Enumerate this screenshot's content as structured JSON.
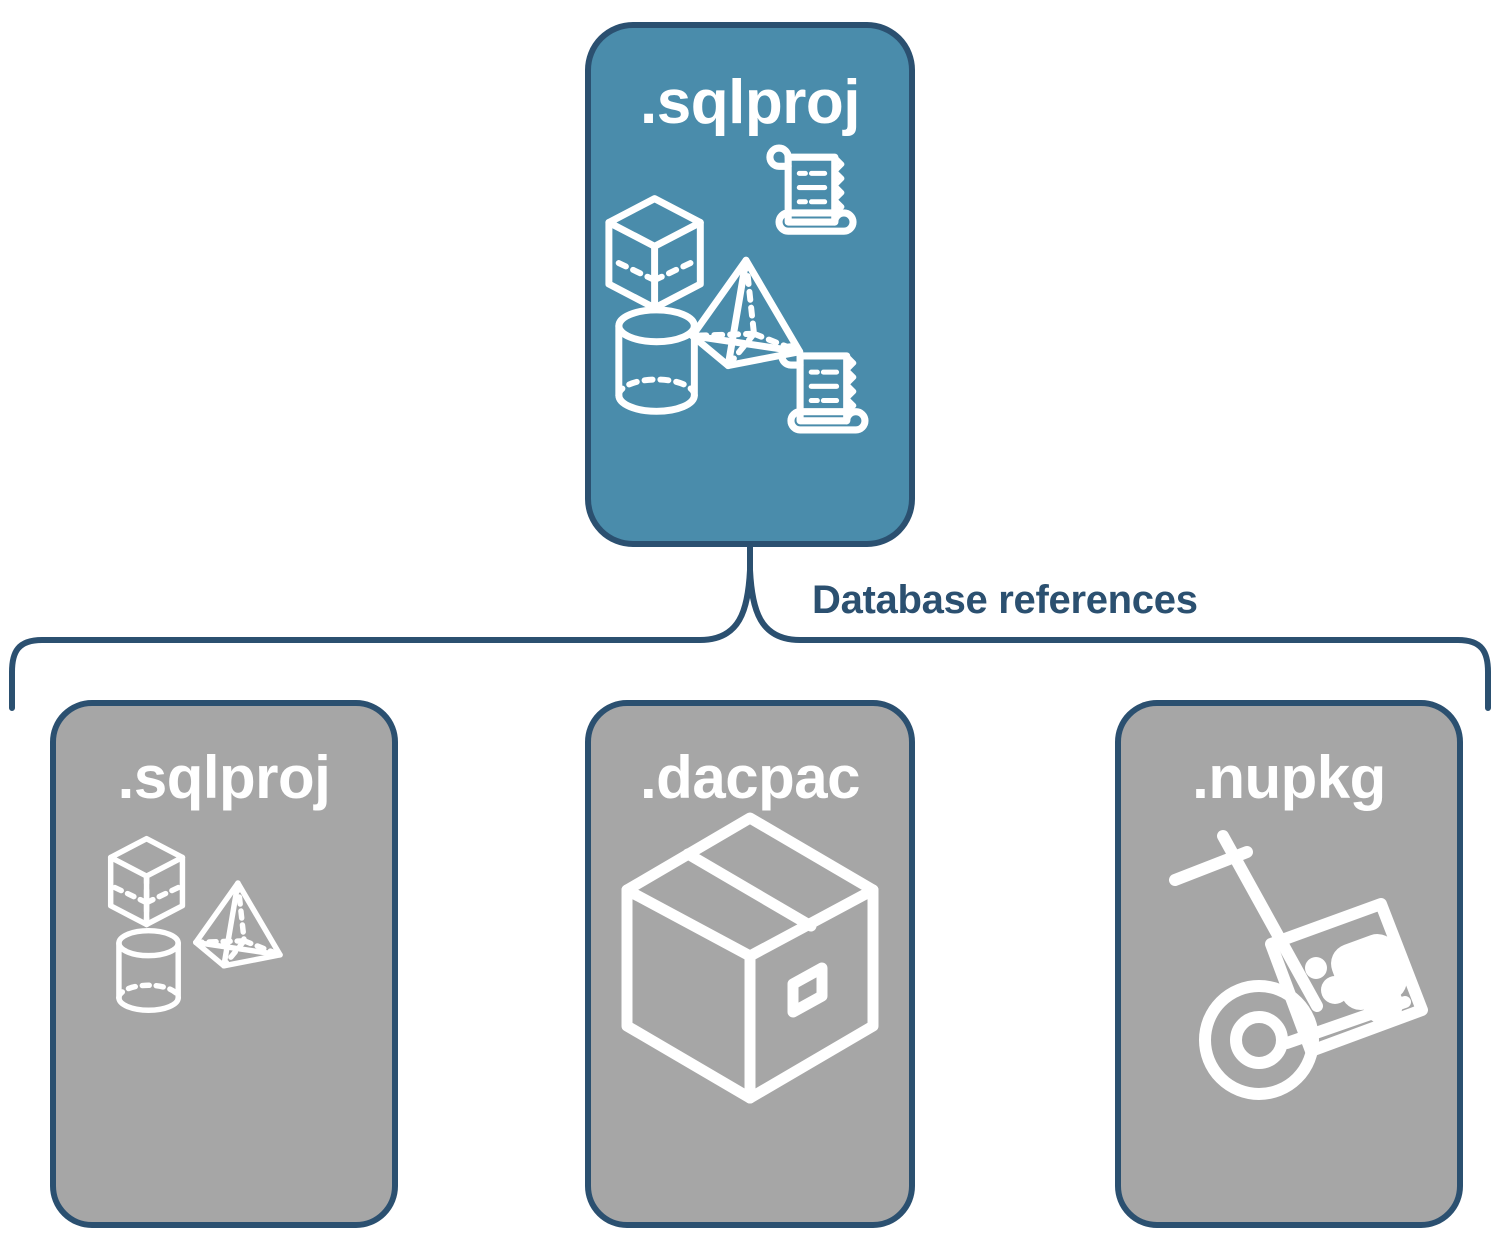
{
  "diagram": {
    "title_text": "Database references",
    "colors": {
      "primary_fill": "#4a8cab",
      "secondary_fill": "#a6a6a6",
      "outline": "#2b5070",
      "icon_stroke": "#ffffff",
      "background": "#ffffff"
    }
  },
  "source_node": {
    "label": ".sqlproj",
    "icons": [
      {
        "name": "scroll-icon",
        "label": "script scroll"
      },
      {
        "name": "cube-icon",
        "label": "wireframe cube"
      },
      {
        "name": "pyramid-icon",
        "label": "wireframe pyramid"
      },
      {
        "name": "cylinder-icon",
        "label": "wireframe cylinder"
      },
      {
        "name": "scroll-icon",
        "label": "script scroll"
      }
    ]
  },
  "connector": {
    "label": "Database references",
    "kind": "brace"
  },
  "reference_nodes": [
    {
      "label": ".sqlproj",
      "icons": [
        {
          "name": "cube-icon",
          "label": "wireframe cube"
        },
        {
          "name": "pyramid-icon",
          "label": "wireframe pyramid"
        },
        {
          "name": "cylinder-icon",
          "label": "wireframe cylinder"
        }
      ]
    },
    {
      "label": ".dacpac",
      "icons": [
        {
          "name": "package-box-icon",
          "label": "sealed shipping box"
        }
      ]
    },
    {
      "label": ".nupkg",
      "icons": [
        {
          "name": "hand-truck-icon",
          "label": "hand truck carrying a package"
        }
      ]
    }
  ]
}
